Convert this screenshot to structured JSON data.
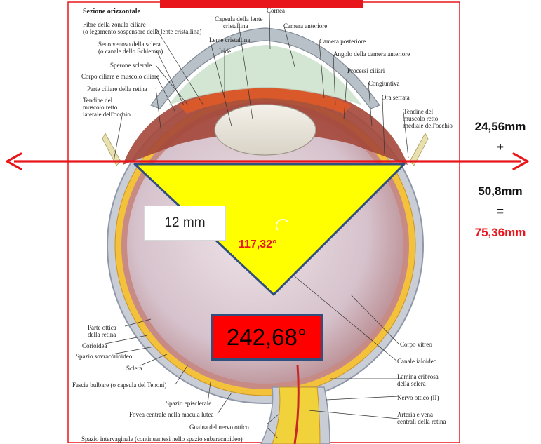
{
  "section_title": "Sezione orizzontale",
  "labels_left": [
    "Fibre della zonula ciliare",
    "(o legamento sospensore della lente cristallina)",
    "Seno venoso della sclera",
    "(o canale dello Schlemm)",
    "Sperone sclerale",
    "Corpo ciliare e muscolo ciliare",
    "Parte ciliare della retina",
    "Tendine del",
    "muscolo retto",
    "laterale dell'occhio"
  ],
  "labels_top": [
    "Capsula della lente",
    "cristallina",
    "Lente cristallina",
    "Iride",
    "Cornea",
    "Camera anteriore"
  ],
  "labels_right": [
    "Camera posteriore",
    "Angolo della camera anteriore",
    "Processi ciliari",
    "Congiuntiva",
    "Ora serrata",
    "Tendine del",
    "muscolo retto",
    "mediale dell'occhio"
  ],
  "labels_bottom_left": [
    "Parte ottica",
    "della retina",
    "Corioidea",
    "Spazio sovracorioideo",
    "Sclera",
    "Fascia bulbare (o capsula del Tenoni)",
    "Spazio episclerale",
    "Fovea centrale nella macula lutea",
    "Guaina del nervo ottico",
    "Spazio intervaginale (continuantesi nello spazio subaracnoideo)"
  ],
  "labels_bottom_right": [
    "Corpo vitreo",
    "Canale ialoideo",
    "Lamina cribrosa",
    "della sclera",
    "Nervo ottico (II)",
    "Arteria e vena",
    "centrali della retina"
  ],
  "annotations": {
    "radius": "12 mm",
    "inner_angle": "117,32°",
    "outer_angle": "242,68°",
    "sum_a": "24,56mm",
    "plus": "+",
    "sum_b": "50,8mm",
    "equals": "=",
    "sum_result": "75,36mm"
  },
  "colors": {
    "frame": "#e8161b",
    "arrow": "#e8161b",
    "triangle_fill": "#ffff00",
    "triangle_stroke": "#2f4f7f",
    "angle_box_fill": "#ff0000",
    "result_text": "#e8161b"
  }
}
